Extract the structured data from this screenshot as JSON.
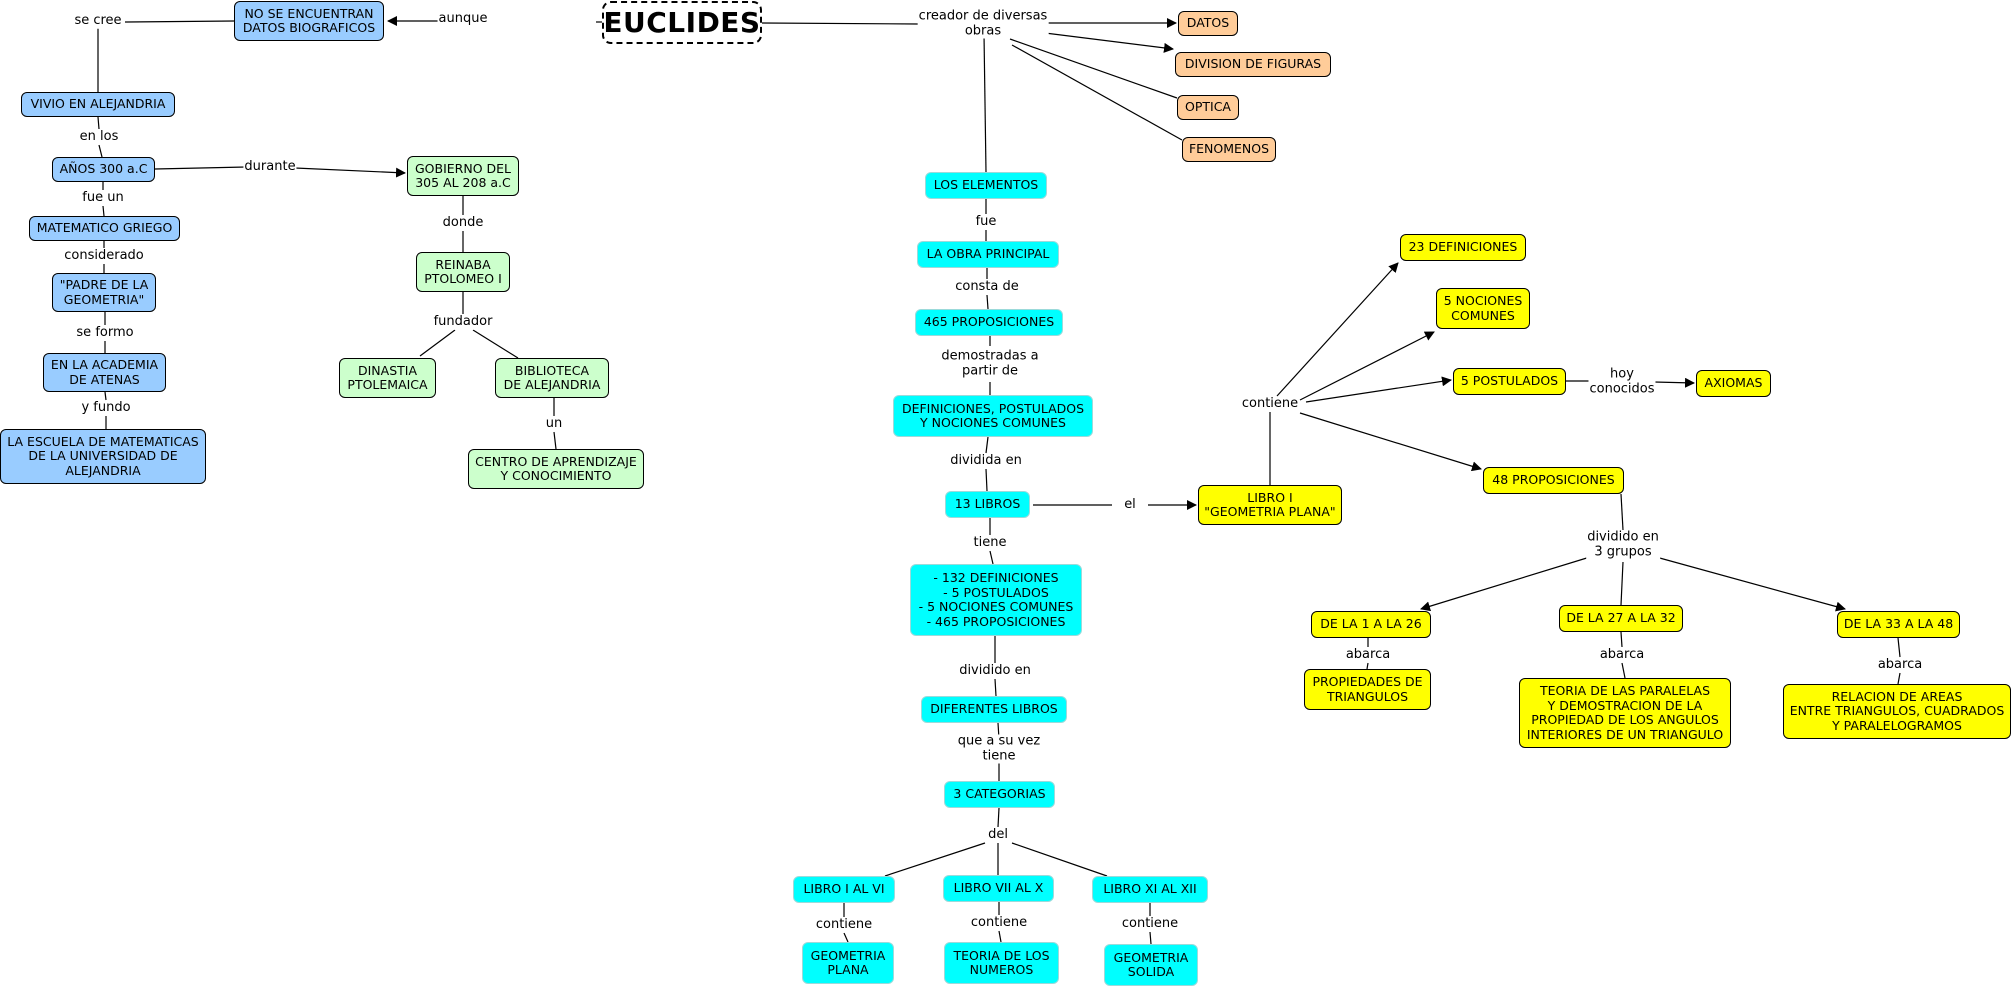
{
  "title": "EUCLIDES",
  "nodes": {
    "no_datos": "NO SE ENCUENTRAN\nDATOS BIOGRAFICOS",
    "vivio": "VIVIO EN ALEJANDRIA",
    "anos300": "AÑOS 300 a.C",
    "matematico": "MATEMATICO GRIEGO",
    "padre": "\"PADRE DE LA\nGEOMETRIA\"",
    "academia": "EN LA ACADEMIA\nDE ATENAS",
    "escuela": "LA ESCUELA DE MATEMATICAS\nDE LA UNIVERSIDAD DE\nALEJANDRIA",
    "gobierno": "GOBIERNO DEL\n305 AL 208 a.C",
    "reinaba": "REINABA\nPTOLOMEO I",
    "dinastia": "DINASTIA\nPTOLEMAICA",
    "biblioteca": "BIBLIOTECA\nDE ALEJANDRIA",
    "centro": "CENTRO DE APRENDIZAJE\nY CONOCIMIENTO",
    "datos": "DATOS",
    "division": "DIVISION DE FIGURAS",
    "optica": "OPTICA",
    "fenomenos": "FENOMENOS",
    "elementos": "LOS ELEMENTOS",
    "obra": "LA OBRA PRINCIPAL",
    "prop465": "465 PROPOSICIONES",
    "definiciones": "DEFINICIONES, POSTULADOS\nY NOCIONES COMUNES",
    "libros13": "13 LIBROS",
    "lista": "- 132 DEFINICIONES\n- 5 POSTULADOS\n- 5 NOCIONES COMUNES\n- 465 PROPOSICIONES",
    "diferentes": "DIFERENTES LIBROS",
    "categorias": "3 CATEGORIAS",
    "libro1_6": "LIBRO I AL VI",
    "libro7_10": "LIBRO VII AL X",
    "libro11_12": "LIBRO XI AL XII",
    "geo_plana": "GEOMETRIA\nPLANA",
    "teoria_num": "TEORIA DE LOS\nNUMEROS",
    "geo_solida": "GEOMETRIA\nSOLIDA",
    "libro1": "LIBRO I\n\"GEOMETRIA PLANA\"",
    "def23": "23 DEFINICIONES",
    "nociones5": "5 NOCIONES\nCOMUNES",
    "postulados5": "5 POSTULADOS",
    "axiomas": "AXIOMAS",
    "prop48": "48 PROPOSICIONES",
    "g1_26": "DE LA 1 A LA 26",
    "g27_32": "DE LA 27 A LA 32",
    "g33_48": "DE LA 33 A LA 48",
    "propiedades": "PROPIEDADES DE\nTRIANGULOS",
    "paralelas": "TEORIA DE LAS PARALELAS\nY DEMOSTRACION DE LA\nPROPIEDAD DE LOS ANGULOS\nINTERIORES DE UN TRIANGULO",
    "areas": "RELACION DE AREAS\nENTRE TRIANGULOS, CUADRADOS\nY PARALELOGRAMOS"
  },
  "links": {
    "aunque": "aunque",
    "se_cree": "se cree",
    "creador": "creador de diversas\nobras",
    "en_los": "en los",
    "durante": "durante",
    "fue_un": "fue un",
    "considerado": "considerado",
    "se_formo": "se formo",
    "y_fundo": "y fundo",
    "donde": "donde",
    "fundador": "fundador",
    "un": "un",
    "fue": "fue",
    "consta_de": "consta de",
    "demostradas": "demostradas a\npartir de",
    "dividida_en": "dividida en",
    "tiene": "tiene",
    "el": "el",
    "dividido_en": "dividido en",
    "que_a_su_vez": "que a su vez\ntiene",
    "del": "del",
    "contiene_1": "contiene",
    "contiene_2": "contiene",
    "contiene_3": "contiene",
    "contiene_right": "contiene",
    "hoy_conocidos": "hoy\nconocidos",
    "dividido_3": "dividido en\n3 grupos",
    "abarca_1": "abarca",
    "abarca_2": "abarca",
    "abarca_3": "abarca"
  },
  "colors": {
    "biography": "#99ccff",
    "history": "#ccffcc",
    "works": "#ffcc99",
    "elements": "#00ffff",
    "book_one": "#ffff00"
  }
}
